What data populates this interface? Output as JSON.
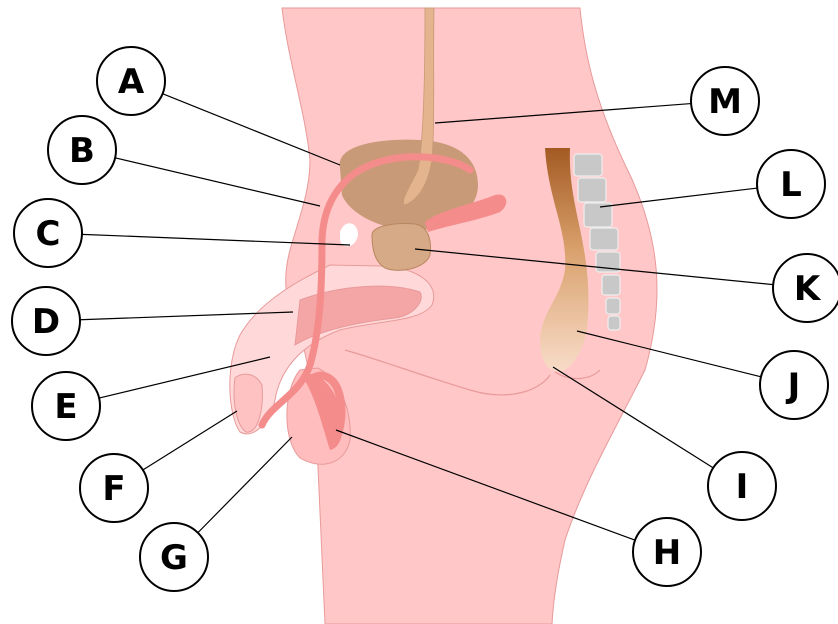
{
  "colors": {
    "body": "#ffc7c7",
    "outline": "#e89a9a",
    "urethra": "#f58c8c",
    "bladder": "#c99a78",
    "prostate": "#d6aa86",
    "ureter": "#e4b48f",
    "rectum_top": "#a35a22",
    "colon": "#c8c8c8"
  },
  "labels": [
    {
      "letter": "A",
      "target": "bladder"
    },
    {
      "letter": "B",
      "target": "urethra"
    },
    {
      "letter": "C",
      "target": "seminal-vesicle"
    },
    {
      "letter": "D",
      "target": "corpus-cavernosum"
    },
    {
      "letter": "E",
      "target": "corpus-spongiosum"
    },
    {
      "letter": "F",
      "target": "glans"
    },
    {
      "letter": "G",
      "target": "scrotum"
    },
    {
      "letter": "H",
      "target": "vas-deferens"
    },
    {
      "letter": "I",
      "target": "anus"
    },
    {
      "letter": "J",
      "target": "rectum"
    },
    {
      "letter": "K",
      "target": "prostate"
    },
    {
      "letter": "L",
      "target": "colon-vertebrae"
    },
    {
      "letter": "M",
      "target": "ureter"
    }
  ]
}
